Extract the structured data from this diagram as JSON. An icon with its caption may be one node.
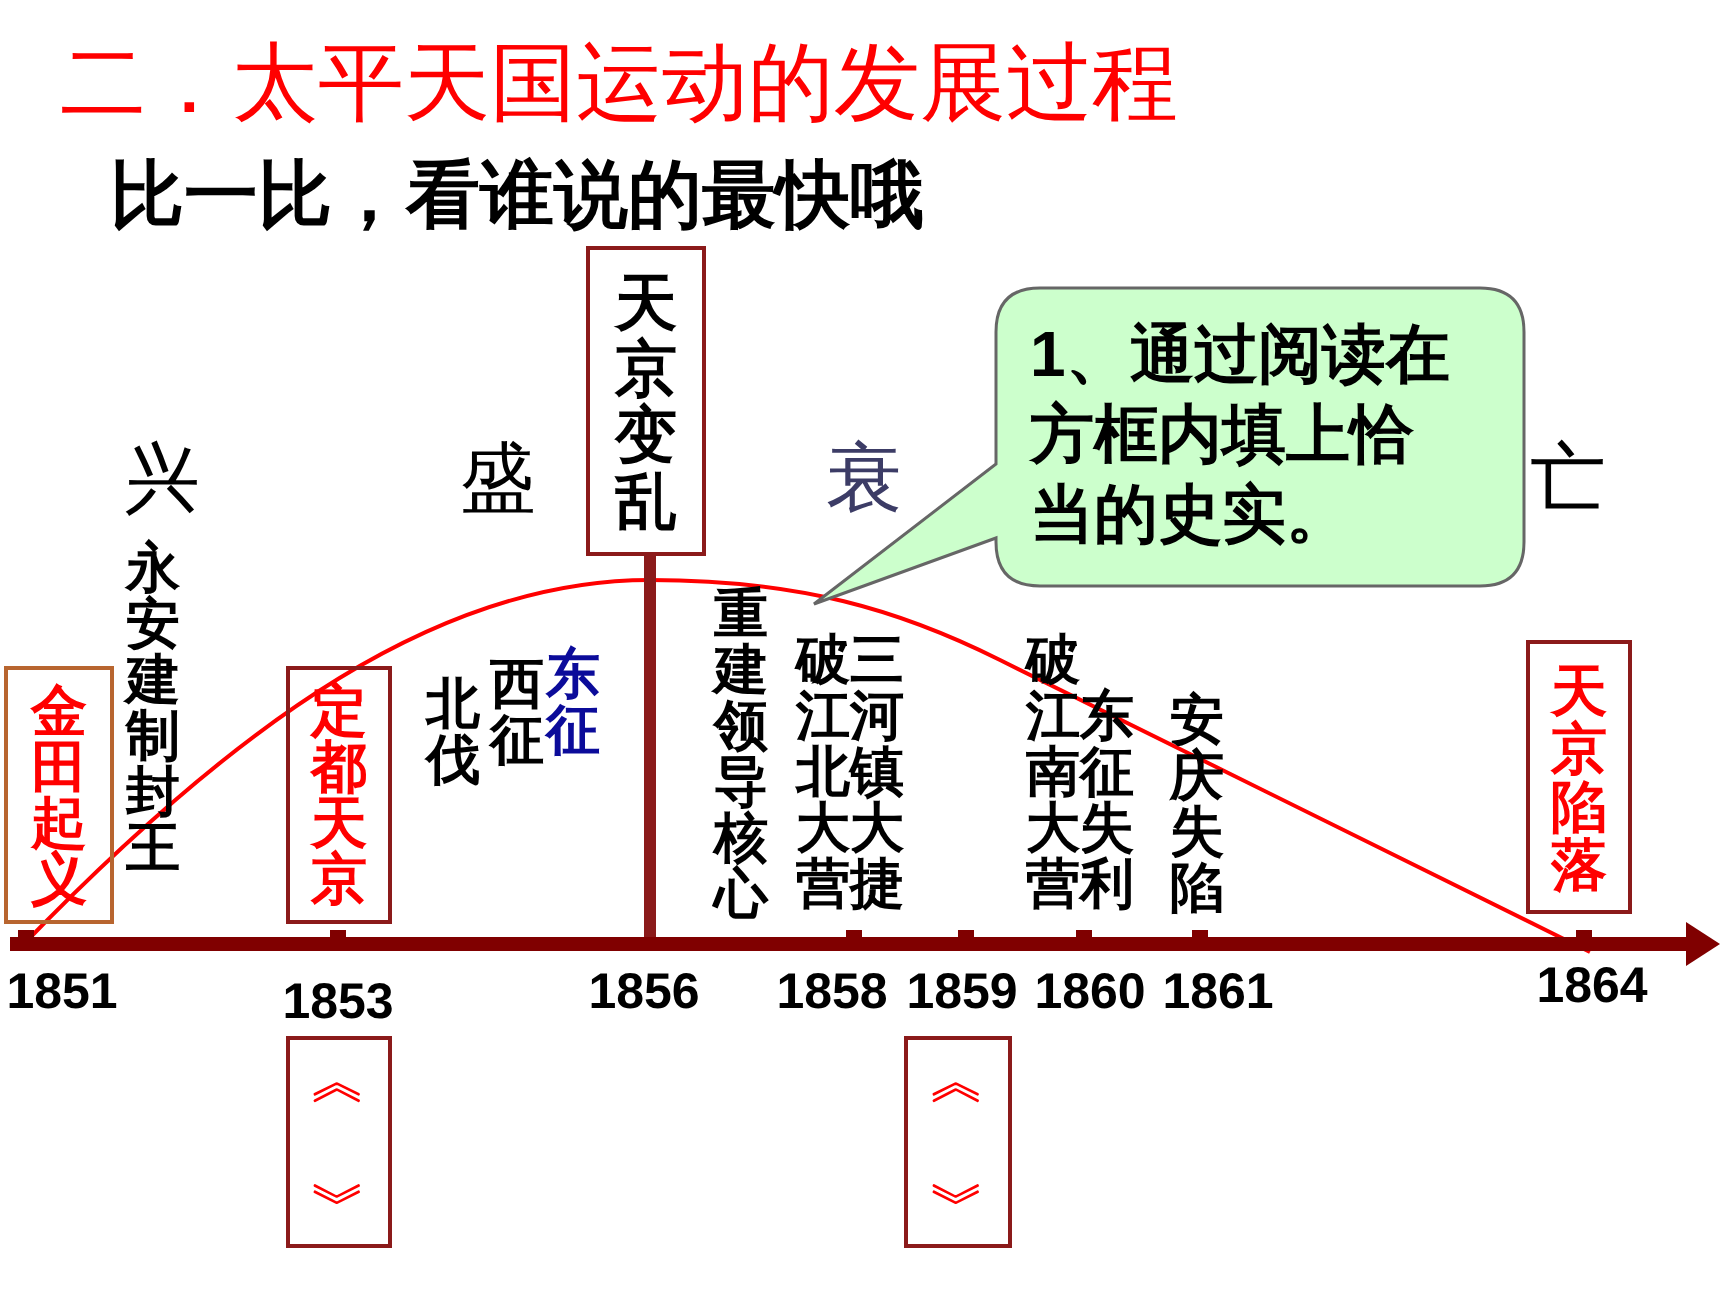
{
  "diagram": {
    "title": "二．太平天国运动的发展过程",
    "nodes": [
      {
        "text": [
          "天京变乱"
        ]
      },
      {
        "text": [
          "1、通过阅读在方框内填上恰当的史实。"
        ]
      },
      {
        "text": [
          "金田起义"
        ]
      },
      {
        "text": [
          "定都天京"
        ]
      },
      {
        "text": [
          "天京陷落"
        ]
      },
      {
        "text": [
          "︽",
          "︾"
        ]
      },
      {
        "text": [
          "︽",
          "︾"
        ]
      }
    ],
    "labels": [
      "比一比，看谁说的最快哦",
      "兴",
      "盛",
      "衰",
      "亡",
      "永安建制封王",
      "北伐",
      "西征",
      "东征",
      "重建领导核心",
      "破江北大营",
      "三河镇大捷",
      "破江南大营",
      "东征失利",
      "安庆失陷",
      "1851",
      "1853",
      "1856",
      "1858",
      "1859",
      "1860",
      "1861",
      "1864"
    ]
  }
}
